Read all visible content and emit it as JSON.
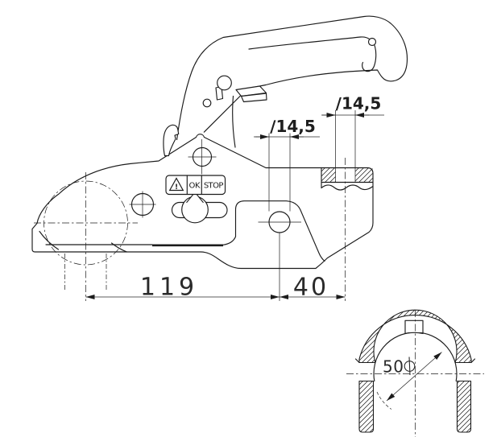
{
  "drawing": {
    "description": "trailer coupling hitch side view with sectioned ball socket detail",
    "colors": {
      "background": "#ffffff",
      "line": "#1c1c1c",
      "dimension_text": "#2a2a2a"
    },
    "indicator_label": {
      "warning": "!",
      "ok": "OK",
      "stop": "STOP"
    },
    "dimensions": {
      "front_hole_diameter": "∕14,5",
      "rear_hole_diameter": "∕14,5",
      "ball_to_hole_distance": "119",
      "hole_to_hole_distance": "40",
      "socket_diameter": "50"
    }
  }
}
